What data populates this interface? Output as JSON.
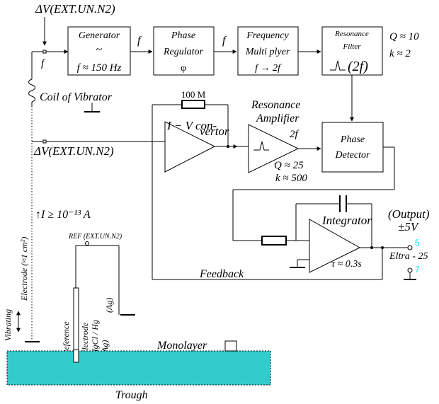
{
  "inputs": {
    "top": "ΔV(EXT.UN.N2)",
    "middle": "ΔV(EXT.UN.N2)",
    "f_label": "f"
  },
  "blocks": {
    "generator": {
      "title": "Generator",
      "symbol": "~",
      "freq": "f ≈ 150 Hz"
    },
    "phase_regulator": {
      "line1": "Phase",
      "line2": "Regulator",
      "symbol": "φ"
    },
    "freq_multiplier": {
      "line1": "Frequency",
      "line2": "Multi plyer",
      "rule": "f → 2f"
    },
    "resonance_filter": {
      "line1": "Resonance",
      "line2": "Filter",
      "param": "(2f)"
    },
    "phase_detector": {
      "line1": "Phase",
      "line2": "Detector"
    }
  },
  "arrows": {
    "f1": "f",
    "f2": "f",
    "two_f": "2f"
  },
  "filter_params": {
    "q": "Q ≈ 10",
    "k": "k ≈ 2"
  },
  "iv_converter": {
    "resistor": "100 M",
    "line1": "I − V con-",
    "line2": "vertor"
  },
  "res_amp": {
    "line1": "Resonance",
    "line2": "Amplifier",
    "q": "Q ≈ 25",
    "k": "k ≈ 500"
  },
  "integrator": {
    "label": "Integrator",
    "tau": "τ ≈ 0.3s"
  },
  "output": {
    "label": "(Output)",
    "range": "±5V",
    "device": "Eltra - 25",
    "pin_out": "5",
    "pin_gnd": "7"
  },
  "labels": {
    "coil": "Coil of Vibrator",
    "current": "↑I ≥ 10⁻¹³ A",
    "electrode": "Electrode (≈1 cm²)",
    "vibrating": "Vibrating",
    "ref": "REF (EXT.UN.N2)",
    "reference": "Reference",
    "ref_electrode": "Electrode",
    "hgcl": "HgCl / Hg",
    "ag1": "(Ag)",
    "ag2": "(Ag)",
    "feedback": "Feedback",
    "monolayer": "Monolayer",
    "trough": "Trough"
  },
  "colors": {
    "water": "#33cccc",
    "pin": "#00e0ff"
  }
}
